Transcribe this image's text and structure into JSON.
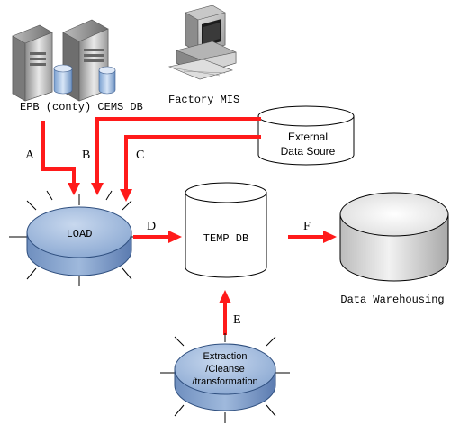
{
  "colors": {
    "arrow": "#ff1a1a",
    "load_fill": "#9db8dc",
    "load_dark": "#4d6fa6",
    "warehouse_fill": "#d9d9d9",
    "line": "#000000"
  },
  "sources": {
    "epb_label": "EPB (conty) CEMS DB",
    "factory_label": "Factory MIS",
    "external_line1": "External",
    "external_line2": "Data Soure"
  },
  "nodes": {
    "load_label": "LOAD",
    "temp_db_label": "TEMP DB",
    "warehouse_label": "Data Warehousing",
    "etl_line1": "Extraction",
    "etl_line2": "/Cleanse",
    "etl_line3": "/transformation"
  },
  "arrows": {
    "a": "A",
    "b": "B",
    "c": "C",
    "d": "D",
    "e": "E",
    "f": "F"
  },
  "icons": {
    "servers": "server-icon",
    "workstation": "computer-icon"
  }
}
